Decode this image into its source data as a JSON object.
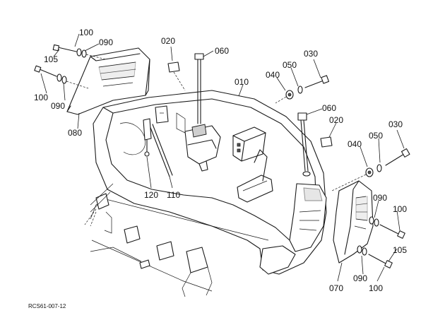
{
  "figure_code": "RCS61-007-12",
  "callouts": [
    "100",
    "090",
    "105",
    "100",
    "090",
    "080",
    "020",
    "060",
    "010",
    "030",
    "050",
    "040",
    "060",
    "020",
    "030",
    "050",
    "040",
    "120",
    "110",
    "090",
    "100",
    "105",
    "090",
    "100",
    "070"
  ]
}
